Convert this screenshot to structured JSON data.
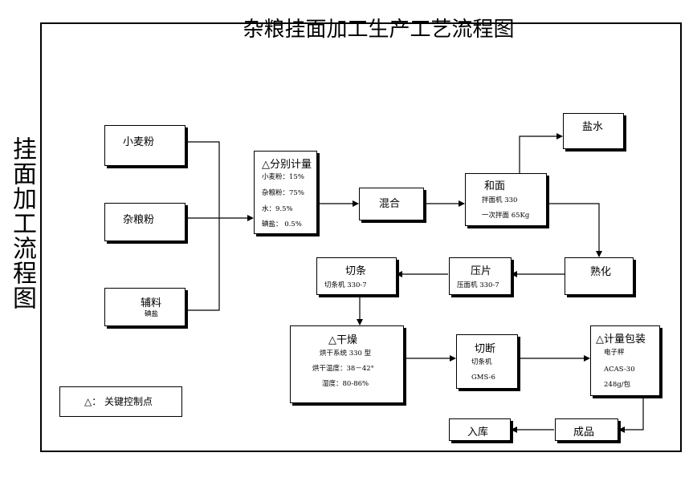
{
  "side_title": "挂面加工流程图",
  "title": "杂粮挂面加工生产工艺流程图",
  "nodes": {
    "wheat": "小麦粉",
    "grain": "杂粮粉",
    "aux": {
      "label": "辅料",
      "sub": "碘盐"
    },
    "measure": {
      "label": "△分别计量",
      "lines": [
        "小麦粉：15%",
        "杂粮粉：75%",
        "水：9.5%",
        "碘盐：  0.5%"
      ]
    },
    "mix": "混合",
    "knead": {
      "label": "和面",
      "lines": [
        "拌面机  330",
        "一次拌面 65Kg"
      ]
    },
    "brine": "盐水",
    "mature": "熟化",
    "press": {
      "label": "压片",
      "sub": "压面机 330-7"
    },
    "cut_strip": {
      "label": "切条",
      "sub": "切条机    330-7"
    },
    "dry": {
      "label": "△干燥",
      "lines": [
        "烘干系统 330 型",
        "烘干温度：38－42°",
        "湿度：80-86%"
      ]
    },
    "cut_off": {
      "label": "切断",
      "lines": [
        "切条机",
        "GMS-6"
      ]
    },
    "pack": {
      "label": "△计量包装",
      "lines": [
        "电子秤",
        "ACAS-30",
        "248g/包"
      ]
    },
    "product": "成品",
    "storage": "入库"
  },
  "legend": "△：   关键控制点"
}
